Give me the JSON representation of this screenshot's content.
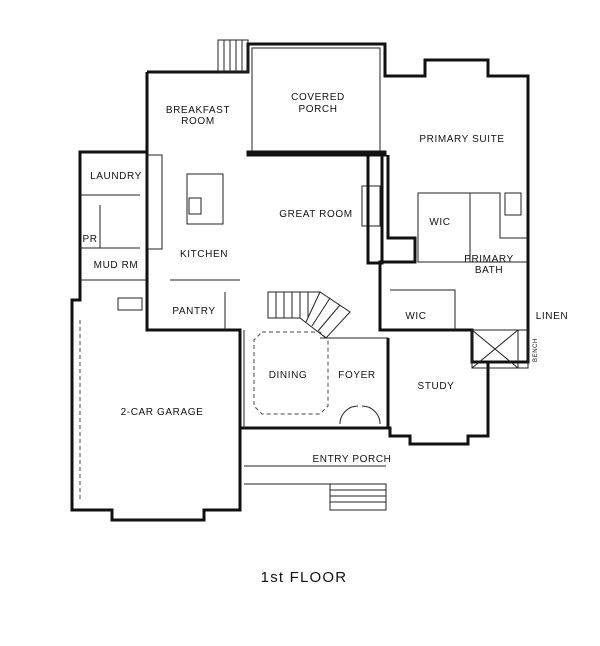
{
  "title": "1st FLOOR",
  "rooms": {
    "breakfast_room": [
      "BREAKFAST",
      "ROOM"
    ],
    "covered_porch": [
      "COVERED",
      "PORCH"
    ],
    "primary_suite": "PRIMARY SUITE",
    "laundry": "LAUNDRY",
    "great_room": "GREAT ROOM",
    "wic_upper": "WIC",
    "pr": "PR",
    "primary_bath": [
      "PRIMARY",
      "BATH"
    ],
    "kitchen": "KITCHEN",
    "mud_rm": "MUD RM",
    "pantry": "PANTRY",
    "wic_lower": "WIC",
    "linen": "LINEN",
    "bench": "BENCH",
    "dining": "DINING",
    "foyer": "FOYER",
    "study": "STUDY",
    "garage": "2-CAR GARAGE",
    "entry_porch": "ENTRY PORCH"
  }
}
